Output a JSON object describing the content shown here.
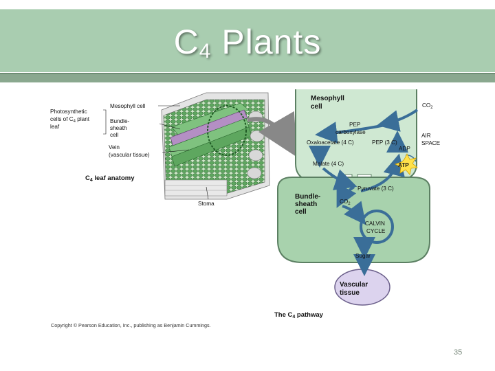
{
  "slide": {
    "title_main": "C",
    "title_sub": "4",
    "title_rest": " Plants",
    "page_number": "35"
  },
  "anatomy": {
    "photosynthetic_cells_l1": "Photosynthetic",
    "photosynthetic_cells_l2": "cells of C",
    "photosynthetic_cells_sub": "4",
    "photosynthetic_cells_l2b": " plant",
    "photosynthetic_cells_l3": "leaf",
    "mesophyll_cell": "Mesophyll cell",
    "bundle_sheath_l1": "Bundle-",
    "bundle_sheath_l2": "sheath",
    "bundle_sheath_l3": "cell",
    "vein_l1": "Vein",
    "vein_l2": "(vascular tissue)",
    "caption_a": "C",
    "caption_sub": "4",
    "caption_b": " leaf anatomy",
    "stoma": "Stoma"
  },
  "pathway": {
    "mesophyll_l1": "Mesophyll",
    "mesophyll_l2": "cell",
    "co2_top": "CO",
    "co2_sub": "2",
    "pep_carboxylase_l1": "PEP",
    "pep_carboxylase_l2": "carboxylase",
    "air_space_l1": "AIR",
    "air_space_l2": "SPACE",
    "oxaloacetate": "Oxaloacetate (4 C)",
    "pep_3c": "PEP (3 C)",
    "adp": "ADP",
    "atp": "ATP",
    "malate": "Malate (4 C)",
    "pyruvate": "Pyruvate (3 C)",
    "bundle_l1": "Bundle-",
    "bundle_l2": "sheath",
    "bundle_l3": "cell",
    "co2_bundle": "CO",
    "co2_bundle_sub": "2",
    "calvin_l1": "CALVIN",
    "calvin_l2": "CYCLE",
    "sugar": "Sugar",
    "vascular_l1": "Vascular",
    "vascular_l2": "tissue",
    "caption_a": "The C",
    "caption_sub": "4",
    "caption_b": " pathway"
  },
  "copyright": "Copyright © Pearson Education, Inc., publishing as Benjamin Cummings.",
  "colors": {
    "title_bar": "#a9cdb0",
    "cell_fill": "#cfe8d2",
    "bundle_fill": "#a8d2ad",
    "vascular_fill": "#dcd3ee",
    "arrow_blue": "#3a6e98",
    "atp_yellow": "#ffe24a"
  }
}
